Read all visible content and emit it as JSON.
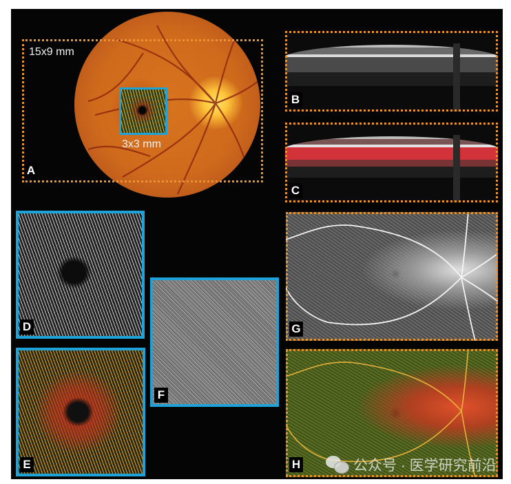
{
  "figure": {
    "description": "Multi-panel ophthalmic imaging figure: color fundus photo with OCTA scan regions, OCT B-scans, and OCT angiography en-face images",
    "colors": {
      "background": "#050505",
      "wide_field_frame": "#e8952f",
      "macula_frame": "#1ea3d8",
      "label_text": "#ffffff"
    },
    "panels": {
      "A": {
        "letter": "A",
        "type": "color fundus photograph",
        "wide_region_label": "15x9 mm",
        "macula_region_label": "3x3 mm"
      },
      "B": {
        "letter": "B",
        "type": "OCT B-scan (structural, grayscale)"
      },
      "C": {
        "letter": "C",
        "type": "OCT B-scan with red flow overlay"
      },
      "D": {
        "letter": "D",
        "type": "3x3 mm OCTA superficial plexus (grayscale)"
      },
      "E": {
        "letter": "E",
        "type": "3x3 mm OCTA depth-encoded color"
      },
      "F": {
        "letter": "F",
        "type": "3x3 mm OCTA choriocapillaris (grayscale speckle)"
      },
      "G": {
        "letter": "G",
        "type": "15x9 mm widefield OCTA (grayscale)"
      },
      "H": {
        "letter": "H",
        "type": "15x9 mm widefield OCTA depth-encoded color"
      }
    },
    "watermark": {
      "icon": "wechat-icon",
      "text": "公众号 · 医学研究前沿"
    }
  }
}
